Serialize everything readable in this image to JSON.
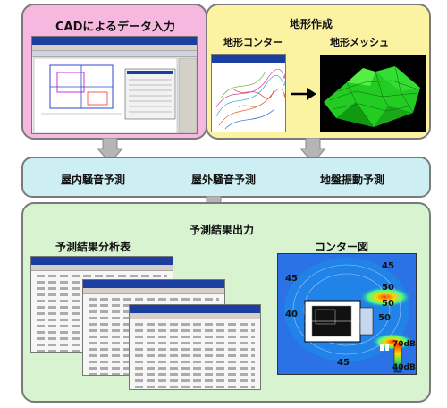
{
  "cad_panel": {
    "title": "CADによるデータ入力"
  },
  "terrain_panel": {
    "title": "地形作成",
    "contour_label": "地形コンター",
    "mesh_label": "地形メッシュ"
  },
  "predictions": {
    "indoor": "屋内騒音予測",
    "outdoor": "屋外騒音予測",
    "ground": "地盤振動予測"
  },
  "results_panel": {
    "title": "予測結果出力",
    "table_label": "予測結果分析表",
    "contour_map_label": "コンター図"
  },
  "contour_map": {
    "levels": [
      "45",
      "50",
      "50",
      "40",
      "50",
      "45",
      "45"
    ],
    "scale_max": "70dB",
    "scale_min": "40dB"
  },
  "colors": {
    "cad_bg": "#f7b8df",
    "terrain_bg": "#fbf3a2",
    "prediction_bg": "#cdeef3",
    "results_bg": "#d8f3cf"
  }
}
